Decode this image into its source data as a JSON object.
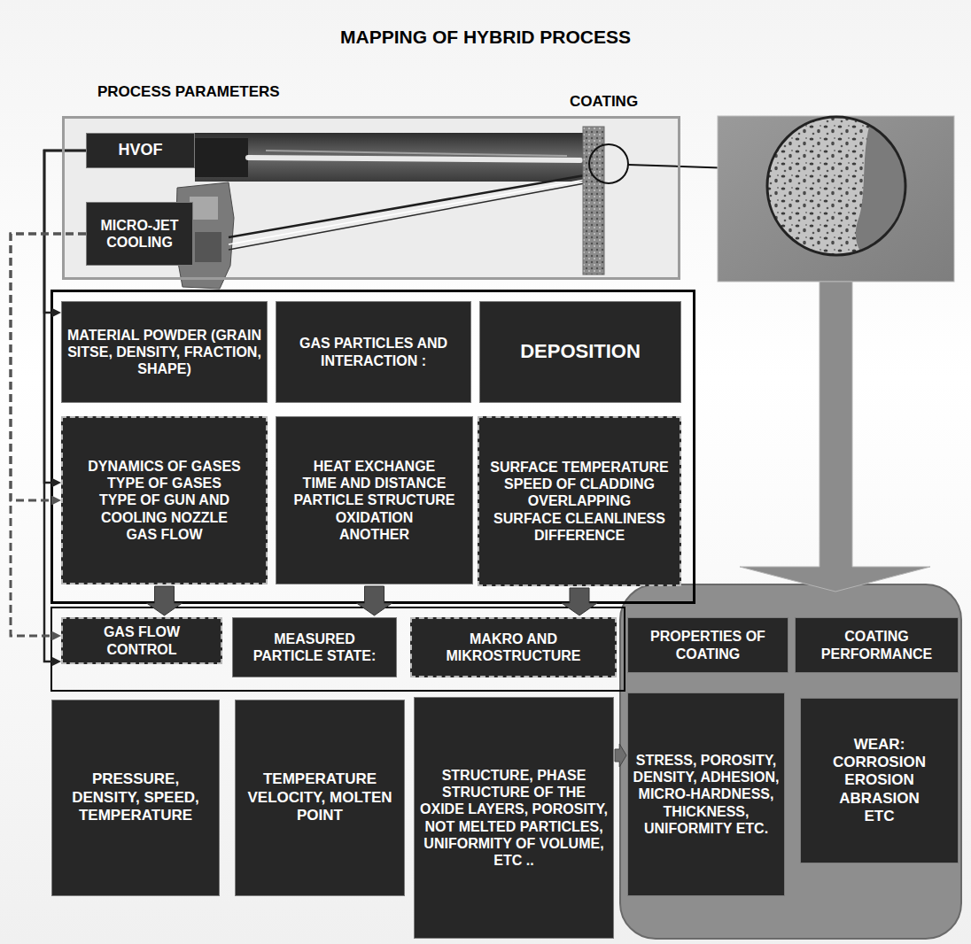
{
  "diagram": {
    "title": "MAPPING OF HYBRID PROCESS",
    "nodes": [
      {
        "text": [
          "PROCESS PARAMETERS"
        ]
      },
      {
        "text": [
          "HVOF"
        ],
        "in": 0
      },
      {
        "text": [
          "MICRO-JET COOLING"
        ],
        "in": 0
      },
      {
        "text": [
          "MATERIAL POWDER (GRAIN SITSE, DENSITY, FRACTION, SHAPE)"
        ]
      },
      {
        "text": [
          "GAS PARTICLES AND INTERACTION :"
        ]
      },
      {
        "text": [
          "DEPOSITION"
        ]
      },
      {
        "text": [
          "DYNAMICS OF GASES",
          "TYPE OF GASES",
          "TYPE OF GUN AND COOLING NOZZLE",
          "GAS FLOW"
        ]
      },
      {
        "text": [
          "HEAT EXCHANGE",
          "TIME AND DISTANCE",
          "PARTICLE STRUCTURE",
          "OXIDATION",
          "ANOTHER"
        ]
      },
      {
        "text": [
          "SURFACE TEMPERATURE",
          "SPEED OF CLADDING",
          "OVERLAPPING",
          "SURFACE CLEANLINESS",
          "DIFFERENCE"
        ]
      },
      {
        "text": [
          "GAS FLOW CONTROL"
        ]
      },
      {
        "text": [
          "MEASURED PARTICLE STATE:"
        ]
      },
      {
        "text": [
          "MAKRO AND MIKROSTRUCTURE"
        ]
      },
      {
        "text": [
          "PRESSURE, DENSITY, SPEED, TEMPERATURE"
        ]
      },
      {
        "text": [
          "TEMPERATURE VELOCITY, MOLTEN POINT"
        ]
      },
      {
        "text": [
          "STRUCTURE, PHASE STRUCTURE OF THE OXIDE LAYERS, POROSITY, NOT MELTED PARTICLES, UNIFORMITY OF VOLUME, ETC .."
        ]
      },
      {
        "text": [
          "PROPERTIES OF COATING"
        ]
      },
      {
        "text": [
          "COATING PERFORMANCE"
        ]
      },
      {
        "text": [
          "STRESS, POROSITY, DENSITY, ADHESION, MICRO-HARDNESS, THICKNESS, UNIFORMITY ETC."
        ]
      },
      {
        "text": [
          "WEAR:",
          "CORROSION",
          "EROSION",
          "ABRASION",
          "ETC"
        ]
      }
    ],
    "edges": [
      {
        "from": 1,
        "to": 3,
        "arrow": "to"
      },
      {
        "from": 1,
        "to": 6,
        "arrow": "to"
      },
      {
        "from": 1,
        "to": 9,
        "arrow": "to"
      },
      {
        "from": 2,
        "to": 6,
        "arrow": "to"
      },
      {
        "from": 2,
        "to": 9,
        "arrow": "to"
      },
      {
        "from": 6,
        "to": 9,
        "arrow": "to"
      },
      {
        "from": 7,
        "to": 10,
        "arrow": "to"
      },
      {
        "from": 8,
        "to": 11,
        "arrow": "to"
      },
      {
        "from": 14,
        "to": 17,
        "arrow": "to"
      }
    ],
    "labels": [
      "COATING"
    ]
  }
}
